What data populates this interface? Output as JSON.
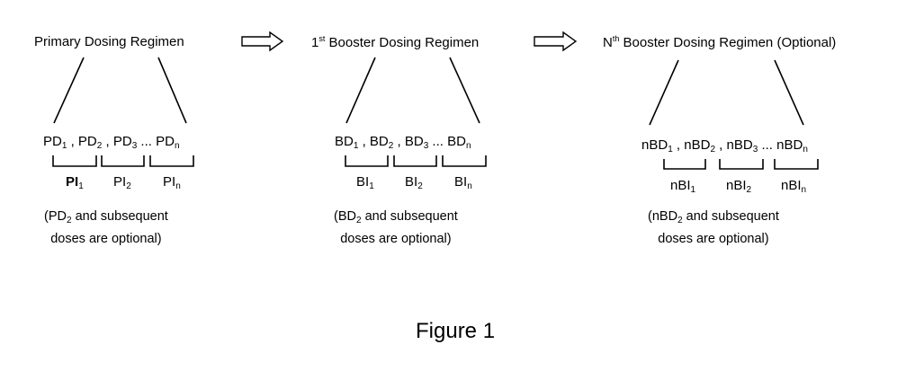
{
  "figure": {
    "caption": "Figure 1",
    "regimens": [
      {
        "title_prefix": "",
        "title_sup_num": "",
        "title_sup": "",
        "title": "Primary Dosing Regimen",
        "dose_prefix": "PD",
        "doses": [
          {
            "base": "PD",
            "sub": "1",
            "sep": " , "
          },
          {
            "base": "PD",
            "sub": "2",
            "sep": " , "
          },
          {
            "base": "PD",
            "sub": "3",
            "sep": " ... "
          },
          {
            "base": "PD",
            "sub": "n",
            "sep": ""
          }
        ],
        "intervals": [
          {
            "base": "PI",
            "sub": "1"
          },
          {
            "base": "PI",
            "sub": "2"
          },
          {
            "base": "PI",
            "sub": "n"
          }
        ],
        "note_open": "(",
        "note_base": "PD",
        "note_sub": "2",
        "note_line1_rest": " and subsequent",
        "note_line2": "doses are optional)"
      },
      {
        "title_sup_num": "1",
        "title_sup": "st",
        "title": " Booster Dosing Regimen",
        "doses": [
          {
            "base": "BD",
            "sub": "1",
            "sep": " , "
          },
          {
            "base": "BD",
            "sub": "2",
            "sep": " , "
          },
          {
            "base": "BD",
            "sub": "3",
            "sep": " ... "
          },
          {
            "base": "BD",
            "sub": "n",
            "sep": ""
          }
        ],
        "intervals": [
          {
            "base": "BI",
            "sub": "1"
          },
          {
            "base": "BI",
            "sub": "2"
          },
          {
            "base": "BI",
            "sub": "n"
          }
        ],
        "note_open": "(",
        "note_base": "BD",
        "note_sub": "2",
        "note_line1_rest": " and subsequent",
        "note_line2": "doses are optional)"
      },
      {
        "title_sup_num": "N",
        "title_sup": "th",
        "title": " Booster Dosing Regimen (Optional)",
        "doses": [
          {
            "base": "nBD",
            "sub": "1",
            "sep": " , "
          },
          {
            "base": "nBD",
            "sub": "2",
            "sep": " , "
          },
          {
            "base": "nBD",
            "sub": "3",
            "sep": " ... "
          },
          {
            "base": "nBD",
            "sub": "n",
            "sep": ""
          }
        ],
        "intervals": [
          {
            "base": "nBI",
            "sub": "1"
          },
          {
            "base": "nBI",
            "sub": "2"
          },
          {
            "base": "nBI",
            "sub": "n"
          }
        ],
        "note_open": "(",
        "note_base": "nBD",
        "note_sub": "2",
        "note_line1_rest": " and subsequent",
        "note_line2": "doses are optional)"
      }
    ],
    "arrows": [
      "arrow-primary-to-first-booster",
      "arrow-first-to-nth-booster"
    ]
  }
}
